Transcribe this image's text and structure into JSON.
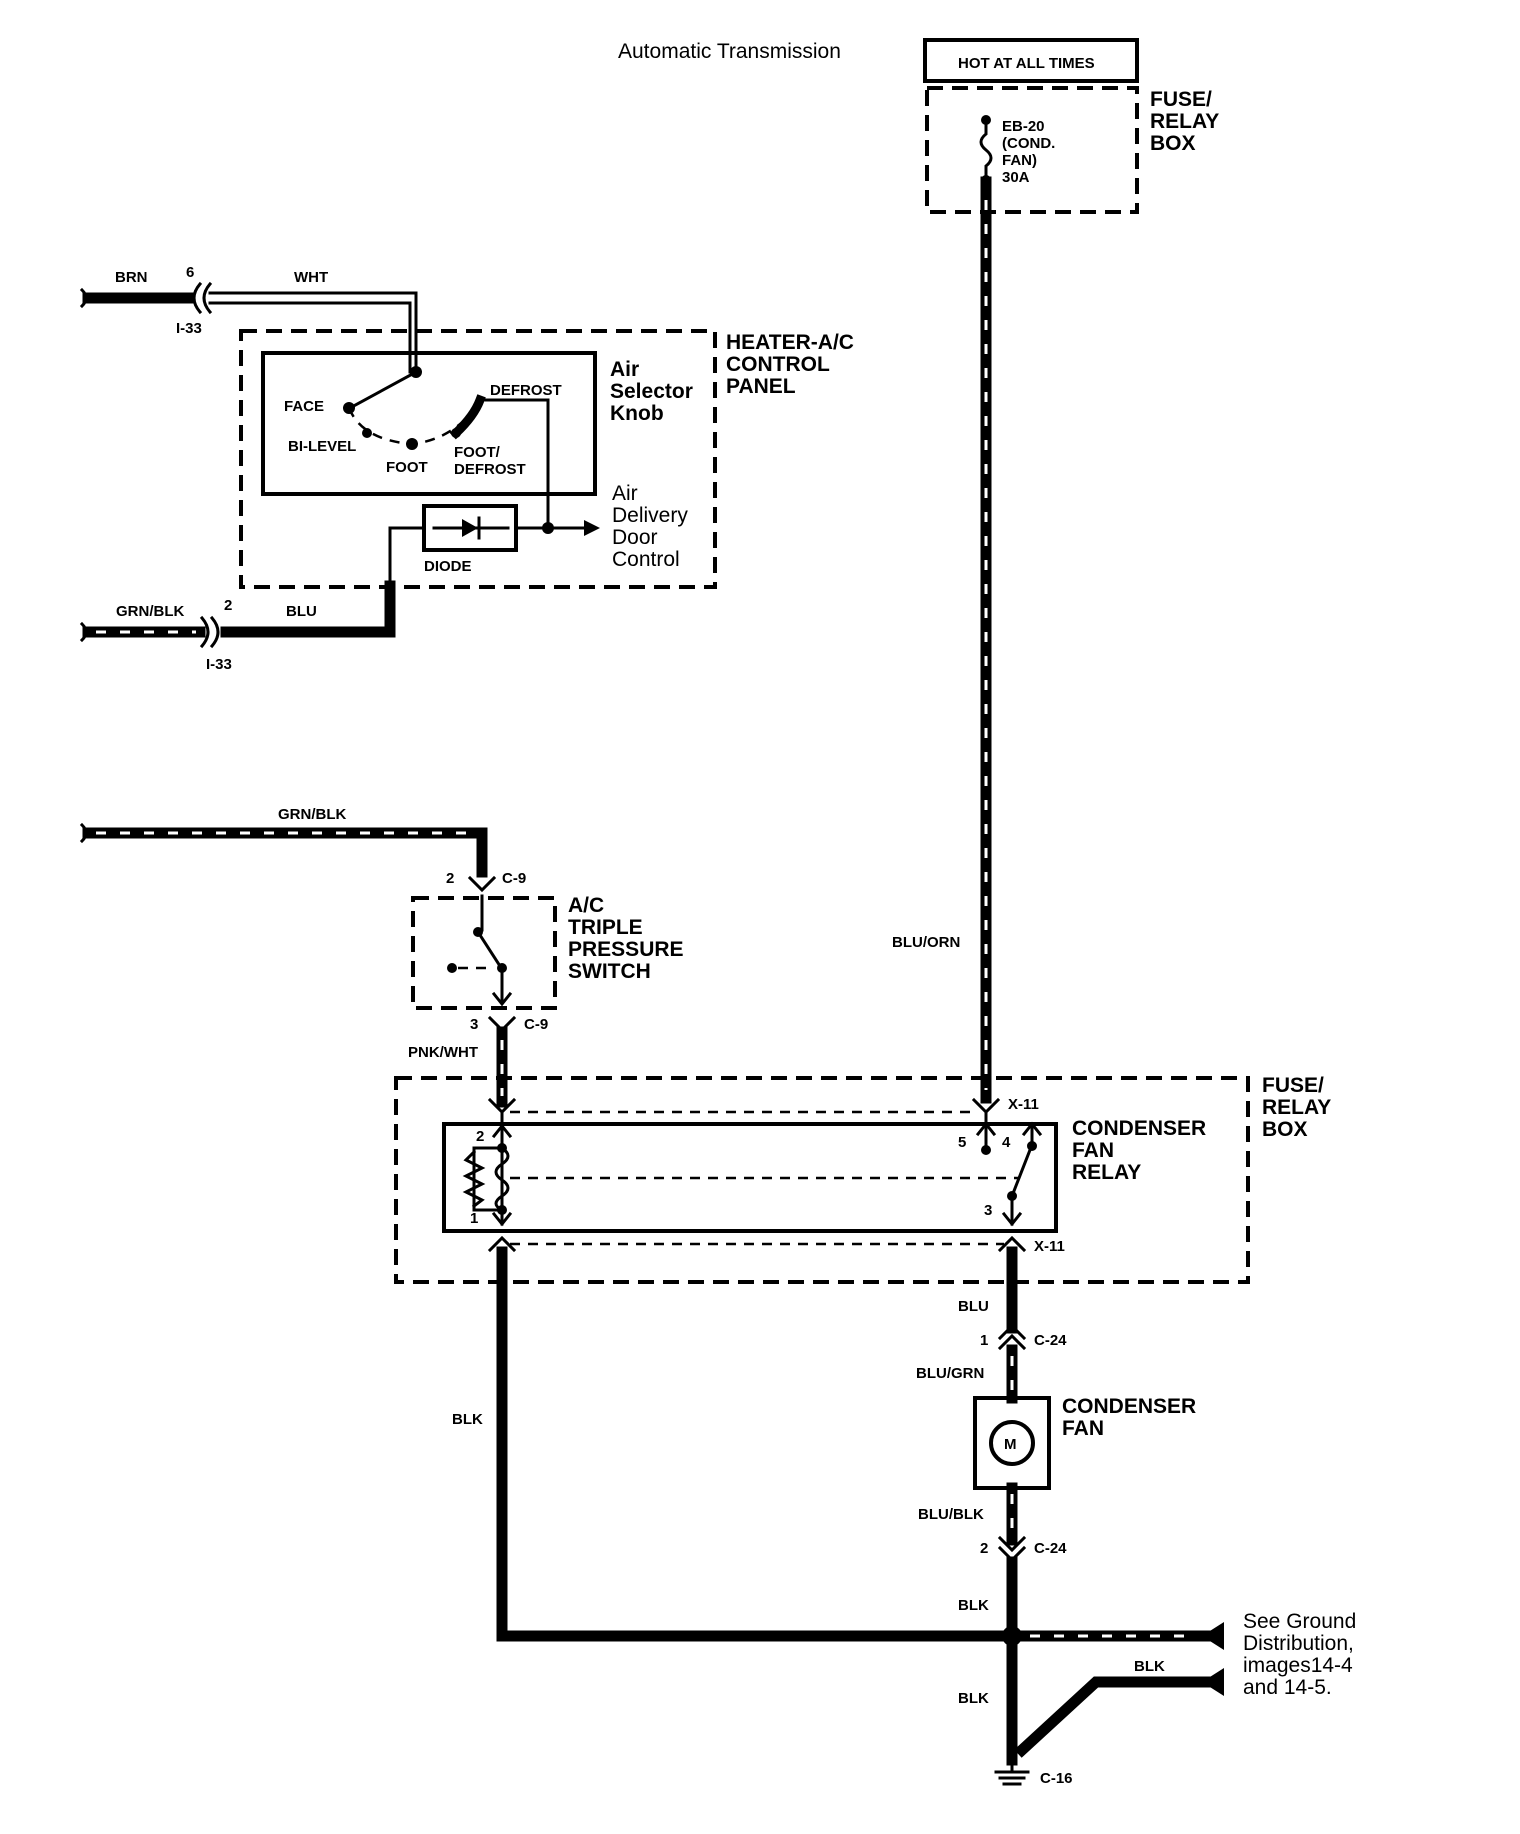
{
  "title": "Automatic Transmission",
  "hot_label": "HOT AT ALL TIMES",
  "fuse_box_top": {
    "label": [
      "FUSE/",
      "RELAY",
      "BOX"
    ],
    "fuse": [
      "EB-20",
      "(COND.",
      "FAN)",
      "30A"
    ]
  },
  "control_panel": {
    "label": [
      "HEATER-A/C",
      "CONTROL",
      "PANEL"
    ],
    "knob_label": [
      "Air",
      "Selector",
      "Knob"
    ],
    "positions": {
      "face": "FACE",
      "bilevel": "BI-LEVEL",
      "foot": "FOOT",
      "foot_defrost": [
        "FOOT/",
        "DEFROST"
      ],
      "defrost": "DEFROST"
    },
    "delivery_label": [
      "Air",
      "Delivery",
      "Door",
      "Control"
    ],
    "diode": "DIODE"
  },
  "wires_top": {
    "brn": "BRN",
    "wht": "WHT",
    "pin6": "6",
    "i33a": "I-33",
    "grn_blk": "GRN/BLK",
    "pin2": "2",
    "blu": "BLU",
    "i33b": "I-33"
  },
  "pressure_switch": {
    "wire_in": "GRN/BLK",
    "pin_top": "2",
    "conn_top": "C-9",
    "label": [
      "A/C",
      "TRIPLE",
      "PRESSURE",
      "SWITCH"
    ],
    "pin_bottom": "3",
    "conn_bottom": "C-9",
    "wire_out": "PNK/WHT"
  },
  "feed_wire": "BLU/ORN",
  "relay_box": {
    "label": [
      "FUSE/",
      "RELAY",
      "BOX"
    ],
    "x11_top": "X-11",
    "x11_bottom": "X-11",
    "relay_label": [
      "CONDENSER",
      "FAN",
      "RELAY"
    ],
    "pins": {
      "p1": "1",
      "p2": "2",
      "p3": "3",
      "p4": "4",
      "p5": "5"
    }
  },
  "fan_circuit": {
    "blu": "BLU",
    "pin1": "1",
    "c24a": "C-24",
    "blu_grn": "BLU/GRN",
    "fan_label": [
      "CONDENSER",
      "FAN"
    ],
    "motor": "M",
    "blu_blk": "BLU/BLK",
    "pin2": "2",
    "c24b": "C-24",
    "blk_upper": "BLK",
    "blk_left": "BLK",
    "blk_lower": "BLK",
    "blk_right": "BLK"
  },
  "ground": {
    "note": [
      "See Ground",
      "Distribution,",
      "images14-4",
      "and 14-5."
    ],
    "g_label": "C-16"
  }
}
